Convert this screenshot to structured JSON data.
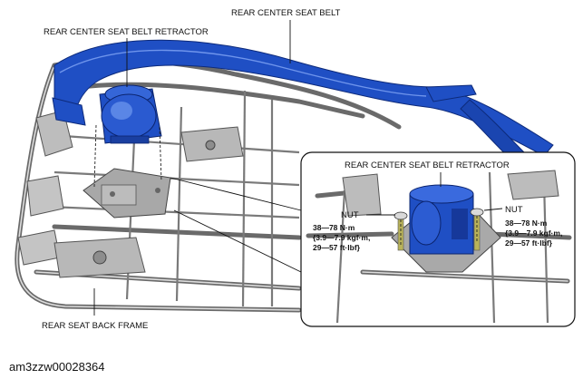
{
  "labels": {
    "belt": "REAR CENTER SEAT BELT",
    "retractor": "REAR CENTER SEAT BELT RETRACTOR",
    "inset_retractor": "REAR CENTER SEAT BELT RETRACTOR",
    "frame": "REAR SEAT BACK FRAME",
    "nut_left": "NUT",
    "nut_right": "NUT"
  },
  "torque_left": {
    "line1": "38—78 N·m",
    "line2": "{3.9—7.9 kgf·m,",
    "line3": "29—57 ft·lbf}"
  },
  "torque_right": {
    "line1": "38—78 N·m",
    "line2": "{3.9—7.9 kgf·m,",
    "line3": "29—57 ft·lbf}"
  },
  "figure_code": "am3zzw00028364",
  "colors": {
    "belt": "#1f4fc4",
    "frame": "#6a6a6a",
    "bracket": "#9a9a9a"
  }
}
